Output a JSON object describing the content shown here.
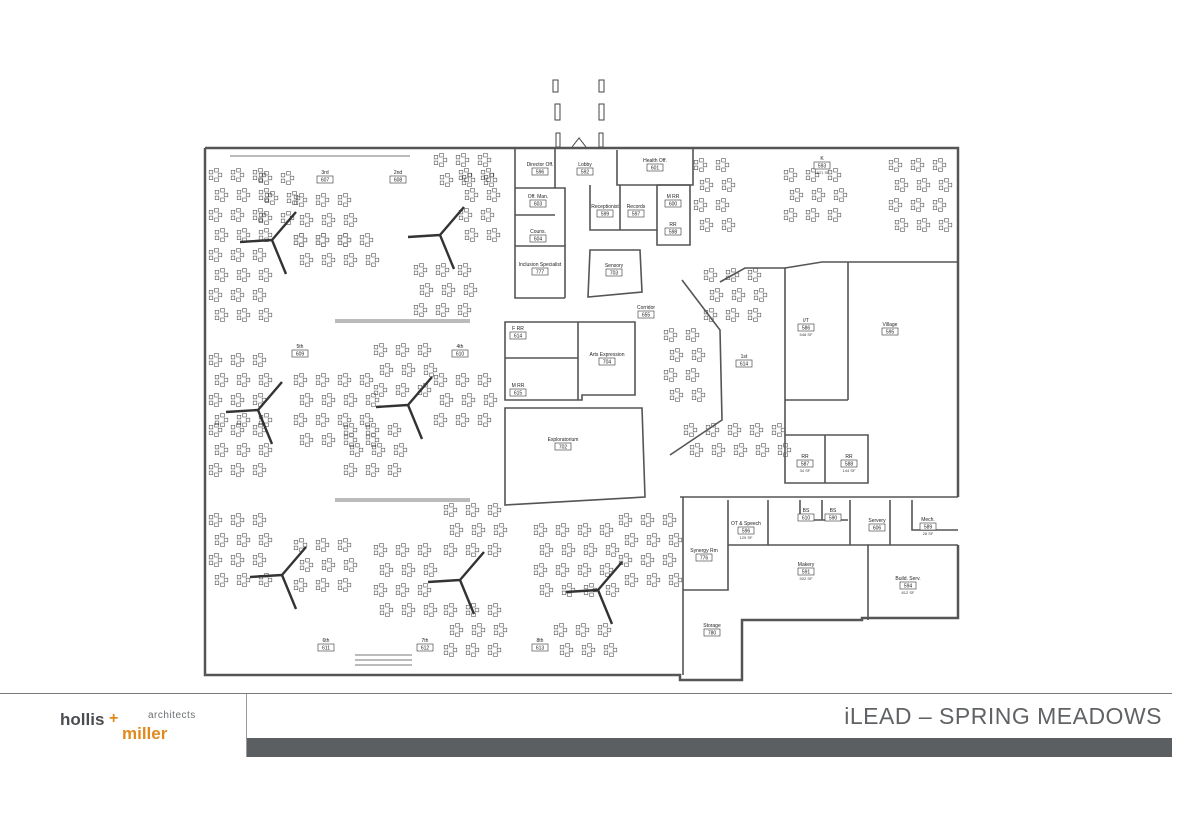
{
  "project_title": "iLEAD – SPRING MEADOWS",
  "logo": {
    "part1": "hollis",
    "plus": "+",
    "part2": "miller",
    "tag": "architects"
  },
  "colors": {
    "title_bar": "#5c5f62",
    "logo_accent": "#e08a1e",
    "logo_dark": "#4a4d50"
  },
  "rooms": [
    {
      "name": "3rd",
      "number": "607"
    },
    {
      "name": "2nd",
      "number": "608"
    },
    {
      "name": "Director Off.",
      "number": "596"
    },
    {
      "name": "Lobby",
      "number": "592"
    },
    {
      "name": "Health Off.",
      "number": "601"
    },
    {
      "name": "K",
      "number": "593",
      "area": "1621 SF"
    },
    {
      "name": "Off. Man.",
      "number": "603"
    },
    {
      "name": "Receptionist",
      "number": "599"
    },
    {
      "name": "Records",
      "number": "597"
    },
    {
      "name": "M RR",
      "number": "600"
    },
    {
      "name": "RR",
      "number": "598"
    },
    {
      "name": "Couns.",
      "number": "604"
    },
    {
      "name": "Inclusion Specialist",
      "number": "777"
    },
    {
      "name": "Sensory",
      "number": "703"
    },
    {
      "name": "Corridor",
      "number": "655"
    },
    {
      "name": "I/T",
      "number": "586",
      "area": "548 SF"
    },
    {
      "name": "Village",
      "number": "595"
    },
    {
      "name": "5th",
      "number": "609"
    },
    {
      "name": "4th",
      "number": "610"
    },
    {
      "name": "F RR",
      "number": "614"
    },
    {
      "name": "M RR",
      "number": "615"
    },
    {
      "name": "Arts Expression",
      "number": "704"
    },
    {
      "name": "1st",
      "number": "614"
    },
    {
      "name": "Exploratorium",
      "number": "702"
    },
    {
      "name": "RR",
      "number": "587",
      "area": "34 SF"
    },
    {
      "name": "RR",
      "number": "588",
      "area": "144 SF"
    },
    {
      "name": "OT & Speech",
      "number": "596",
      "area": "129 SF"
    },
    {
      "name": "BS",
      "number": "610"
    },
    {
      "name": "BS",
      "number": "590"
    },
    {
      "name": "Servery",
      "number": "606"
    },
    {
      "name": "Mech.",
      "number": "589",
      "area": "28 SF"
    },
    {
      "name": "Synergy Rm",
      "number": "776"
    },
    {
      "name": "Makery",
      "number": "591",
      "area": "502 SF"
    },
    {
      "name": "Build. Serv.",
      "number": "594",
      "area": "812 SF"
    },
    {
      "name": "Storage",
      "number": "780"
    },
    {
      "name": "6th",
      "number": "611"
    },
    {
      "name": "7th",
      "number": "612"
    },
    {
      "name": "8th",
      "number": "613"
    }
  ]
}
